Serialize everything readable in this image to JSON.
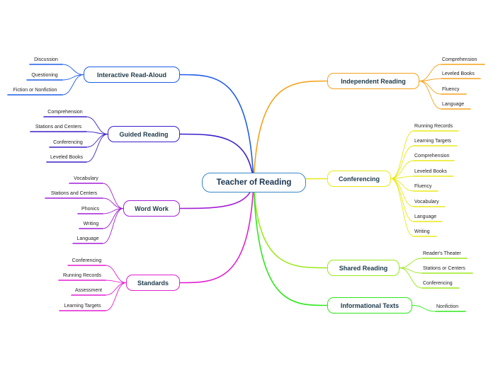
{
  "central": {
    "label": "Teacher of Reading",
    "color": "#3b86c4"
  },
  "branches": [
    {
      "id": "interactive",
      "side": "left",
      "label": "Interactive Read-Aloud",
      "color": "#1f5ee8",
      "leaves": [
        "Discussion",
        "Questioning",
        "Fiction or Nonfiction"
      ]
    },
    {
      "id": "guided",
      "side": "left",
      "label": "Guided Reading",
      "color": "#3d1fc9",
      "leaves": [
        "Comprehension",
        "Stations and Centers",
        "Conferencing",
        "Leveled Books"
      ]
    },
    {
      "id": "wordwork",
      "side": "left",
      "label": "Word Work",
      "color": "#a31fd6",
      "leaves": [
        "Vocabulary",
        "Stations and Centers",
        "Phonics",
        "Writing",
        "Language"
      ]
    },
    {
      "id": "standards",
      "side": "left",
      "label": "Standards",
      "color": "#e21fd0",
      "leaves": [
        "Conferencing",
        "Running Records",
        "Assessment",
        "Learning Targets"
      ]
    },
    {
      "id": "independent",
      "side": "right",
      "label": "Independent Reading",
      "color": "#f5a21b",
      "leaves": [
        "Comprehension",
        "Leveled Books",
        "Fluency",
        "Language"
      ]
    },
    {
      "id": "conferencing",
      "side": "right",
      "label": "Conferencing",
      "color": "#e8e81a",
      "leaves": [
        "Running Records",
        "Learning Targets",
        "Comprehension",
        "Leveled Books",
        "Fluency",
        "Vocabulary",
        "Language",
        "Writing"
      ]
    },
    {
      "id": "shared",
      "side": "right",
      "label": "Shared Reading",
      "color": "#9be81a",
      "leaves": [
        "Reader's Theater",
        "Stations or Centers",
        "Conferencing"
      ]
    },
    {
      "id": "informational",
      "side": "right",
      "label": "Informational Texts",
      "color": "#2ee81a",
      "leaves": [
        "Nonfiction"
      ]
    }
  ]
}
